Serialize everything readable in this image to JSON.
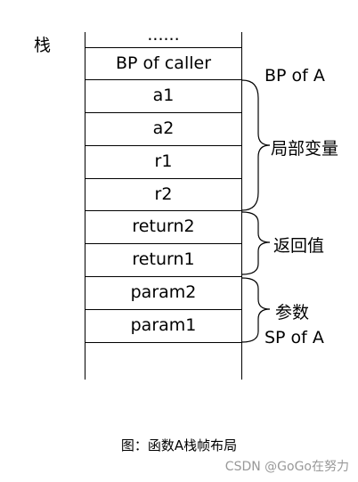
{
  "stack_label": "栈",
  "cells": [
    "......",
    "BP of caller",
    "a1",
    "a2",
    "r1",
    "r2",
    "return2",
    "return1",
    "param2",
    "param1",
    ""
  ],
  "annotations": {
    "bp_of_a": "BP of A",
    "locals": "局部变量",
    "return_values": "返回值",
    "params": "参数",
    "sp_of_a": "SP of A"
  },
  "caption": "图：函数A栈帧布局",
  "watermark": "CSDN @GoGo在努力"
}
